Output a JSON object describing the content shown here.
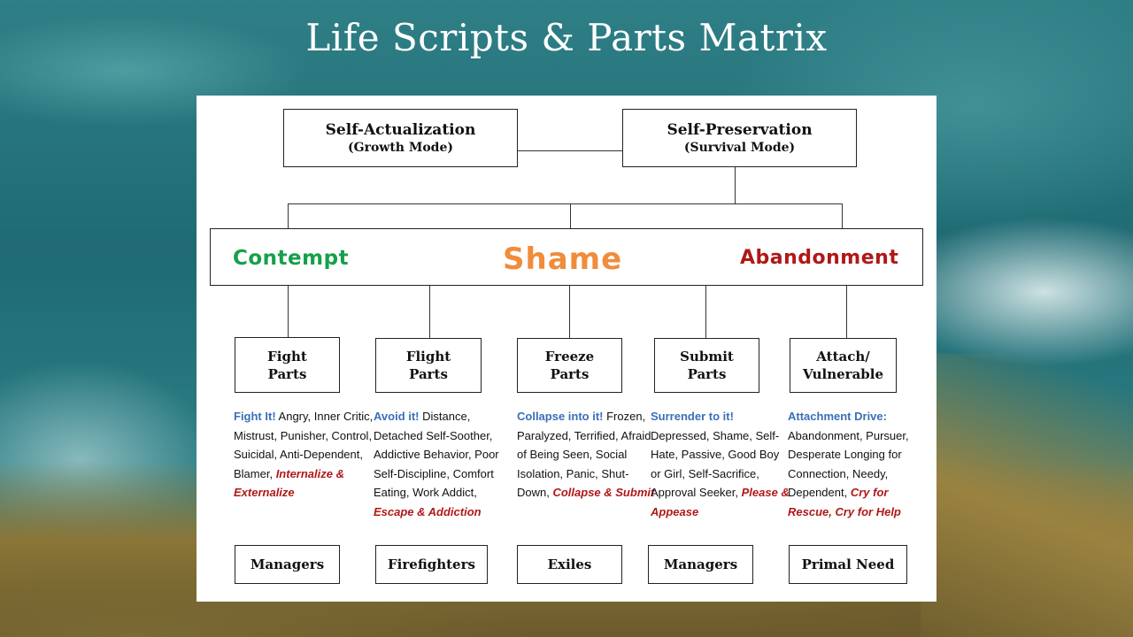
{
  "title": "Life Scripts & Parts Matrix",
  "top": {
    "left": {
      "main": "Self-Actualization",
      "sub": "(Growth Mode)"
    },
    "right": {
      "main": "Self-Preservation",
      "sub": "(Survival Mode)"
    }
  },
  "emotions": {
    "contempt": "Contempt",
    "shame": "Shame",
    "abandonment": "Abandonment"
  },
  "colors": {
    "contempt": "#15a04a",
    "shame": "#f08c3a",
    "abandonment": "#b01818",
    "lead_text": "#3a6fb8",
    "tail_text": "#b01818"
  },
  "parts": [
    {
      "line1": "Fight",
      "line2": "Parts",
      "lead": "Fight It!",
      "body": " Angry, Inner Critic, Mistrust, Punisher, Control, Suicidal, Anti-Dependent, Blamer, ",
      "tail": "Internalize & Externalize",
      "bottom": "Managers"
    },
    {
      "line1": "Flight",
      "line2": "Parts",
      "lead": "Avoid it!",
      "body": "  Distance, Detached Self-Soother, Addictive Behavior, Poor Self-Discipline, Comfort Eating, Work Addict, ",
      "tail": "Escape & Addiction",
      "bottom": "Firefighters"
    },
    {
      "line1": "Freeze",
      "line2": "Parts",
      "lead": "Collapse into it!",
      "body": " Frozen, Paralyzed, Terrified, Afraid of Being Seen, Social Isolation, Panic, Shut- Down, ",
      "tail": "Collapse & Submit",
      "bottom": "Exiles"
    },
    {
      "line1": "Submit",
      "line2": "Parts",
      "lead": "Surrender to it!",
      "body": " Depressed, Shame, Self-Hate, Passive, Good Boy or Girl, Self-Sacrifice, Approval Seeker, ",
      "tail": "Please & Appease",
      "bottom": "Managers"
    },
    {
      "line1": "Attach/",
      "line2": "Vulnerable",
      "lead": "Attachment Drive:",
      "body": " Abandonment, Pursuer, Desperate Longing for Connection, Needy, Dependent, ",
      "tail": "Cry for Rescue, Cry for Help",
      "bottom": "Primal Need"
    }
  ]
}
